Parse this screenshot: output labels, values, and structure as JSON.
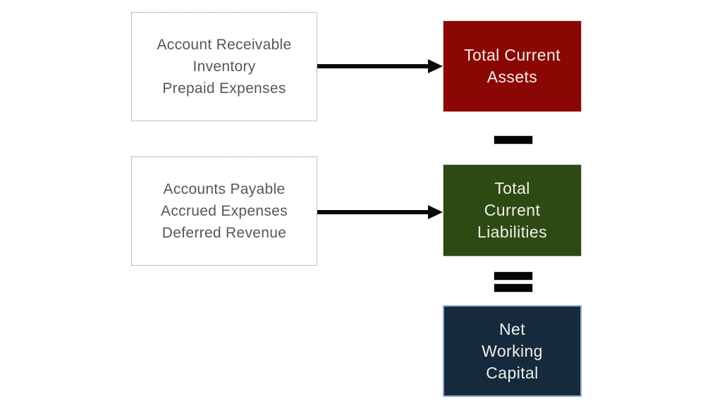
{
  "diagram": {
    "title_semantic": "Net Working Capital flow diagram",
    "colors": {
      "background": "#ffffff",
      "assets_box": "#8b0703",
      "assets_border": "#d8c2c0",
      "liabilities_box": "#2d4a13",
      "liabilities_border": "#c9cdc2",
      "nwc_box": "#152a3c",
      "nwc_border": "#93a9c4",
      "arrow": "#0a0a0a",
      "operator": "#050505",
      "operator_border": "#cfcfcf",
      "input_border": "#7f7f7f",
      "input_text": "#575757",
      "result_text": "#f2efec"
    },
    "input_boxes": [
      {
        "name": "current-assets-components",
        "lines": [
          "Account Receivable",
          "Inventory",
          "Prepaid Expenses"
        ]
      },
      {
        "name": "current-liabilities-components",
        "lines": [
          "Accounts Payable",
          "Accrued Expenses",
          "Deferred Revenue"
        ]
      }
    ],
    "result_boxes": [
      {
        "name": "total-current-assets",
        "lines": [
          "Total Current",
          "Assets"
        ]
      },
      {
        "name": "total-current-liabilities",
        "lines": [
          "Total",
          "Current",
          "Liabilities"
        ]
      },
      {
        "name": "net-working-capital",
        "lines": [
          "Net",
          "Working",
          "Capital"
        ]
      }
    ],
    "operators": [
      {
        "symbol": "minus"
      },
      {
        "symbol": "equals"
      }
    ],
    "connectors": [
      {
        "from": "current-assets-components",
        "to": "total-current-assets",
        "type": "arrow-right"
      },
      {
        "from": "current-liabilities-components",
        "to": "total-current-liabilities",
        "type": "arrow-right"
      }
    ]
  }
}
